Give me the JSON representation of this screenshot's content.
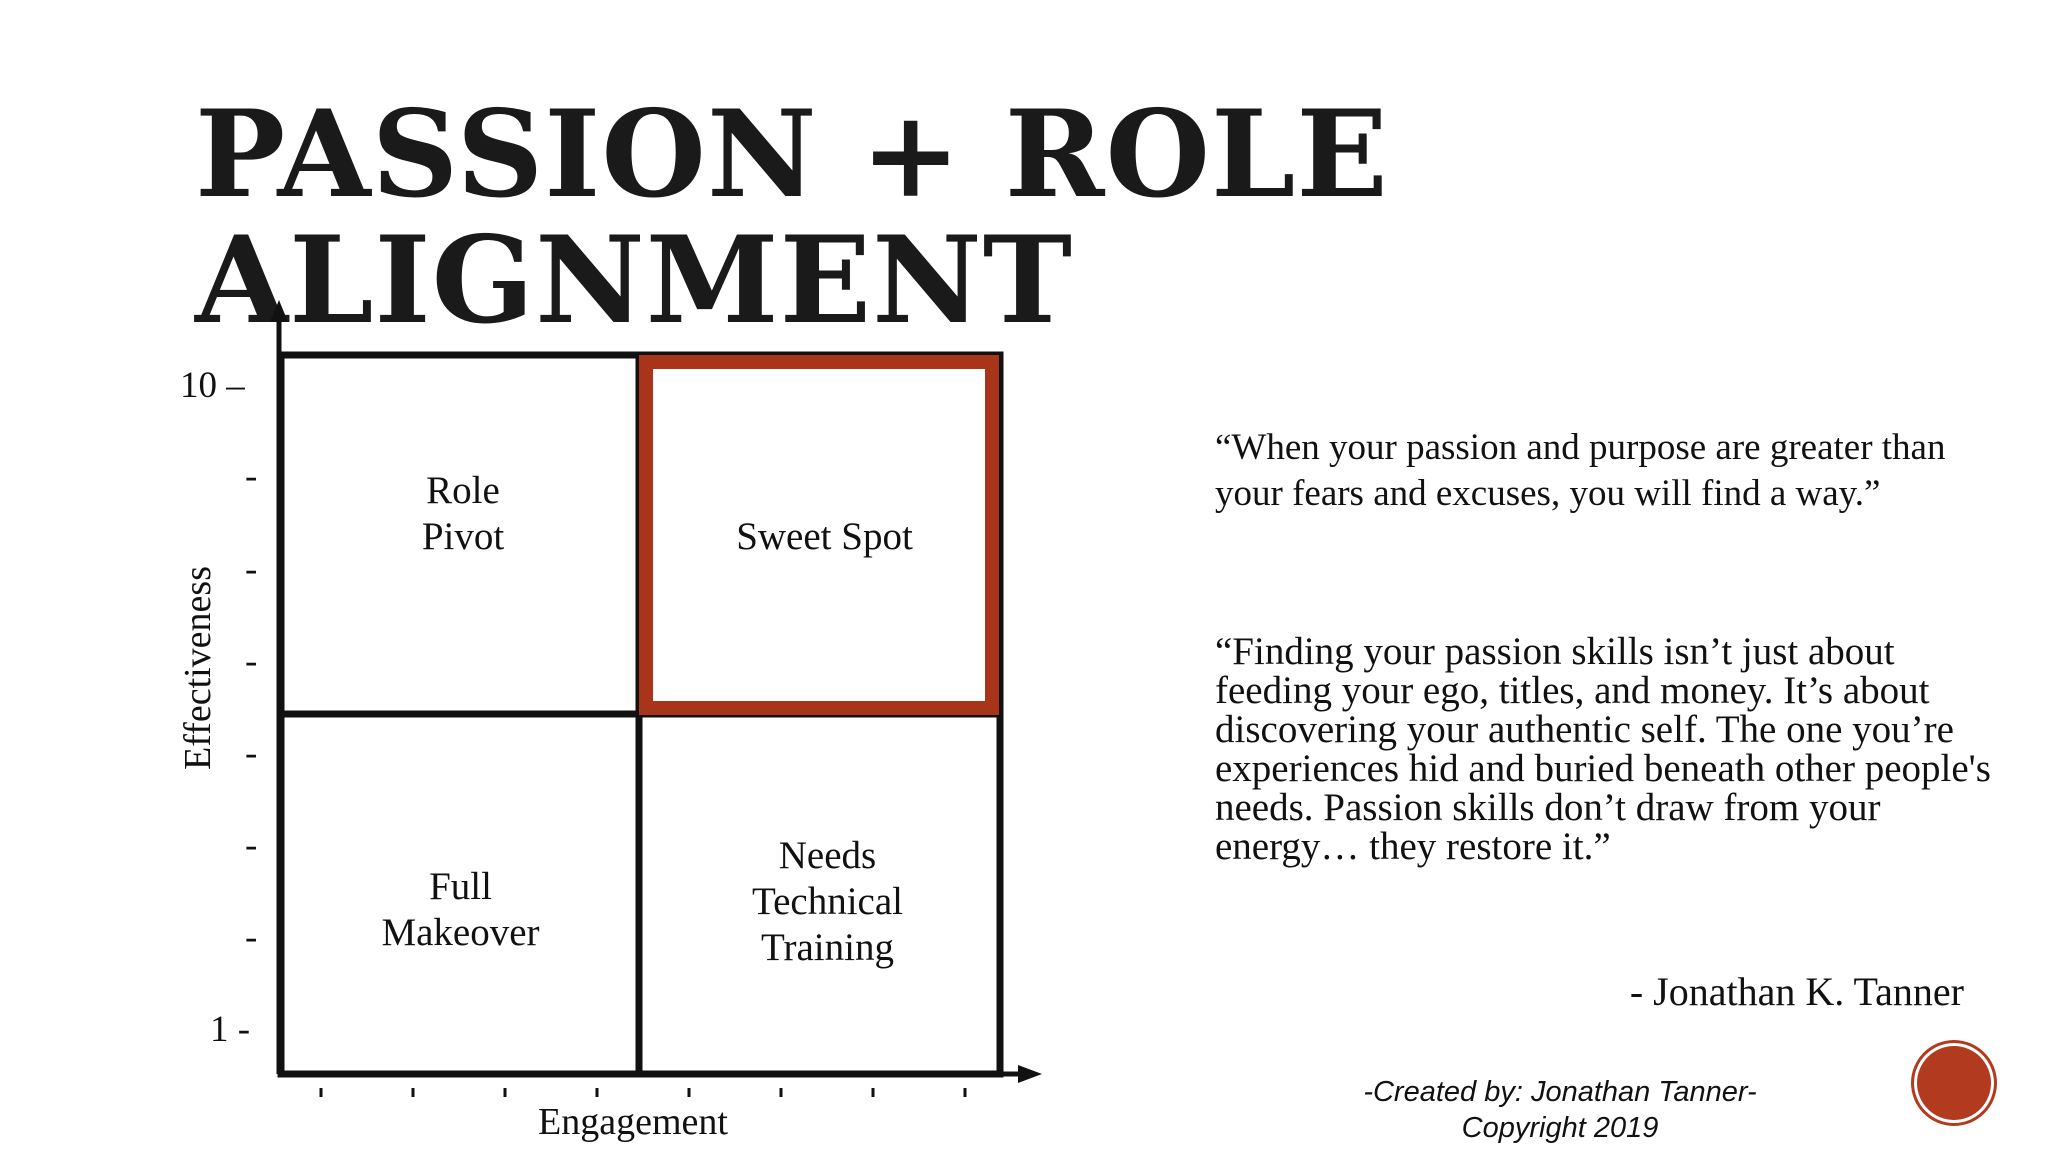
{
  "title": {
    "line1": "PASSION + ROLE",
    "line2": "ALIGNMENT"
  },
  "matrix": {
    "x_axis_label": "Engagement",
    "y_axis_label": "Effectiveness",
    "y_tick_top": "10 –",
    "y_tick_bottom": "1 -",
    "minor_tick_mark": "-",
    "quadrants": {
      "top_left": [
        "Role",
        "Pivot"
      ],
      "top_right": [
        "Sweet Spot"
      ],
      "bottom_left": [
        "Full",
        "Makeover"
      ],
      "bottom_right": [
        "Needs",
        "Technical",
        "Training"
      ]
    },
    "highlighted_quadrant": "top_right",
    "highlight_color": "#a8351a"
  },
  "quotes": [
    "“When your passion and purpose are greater than your fears and excuses, you will find a way.”",
    "“Finding your passion skills isn’t just about feeding your ego, titles, and money. It’s about discovering your authentic self. The one you’re experiences hid and buried beneath other people's needs. Passion skills don’t draw from your energy… they restore it.”"
  ],
  "attribution": "- Jonathan K. Tanner",
  "credit": {
    "line1": "-Created by: Jonathan Tanner-",
    "line2": "Copyright 2019"
  },
  "badge_color": "#b13a1f"
}
